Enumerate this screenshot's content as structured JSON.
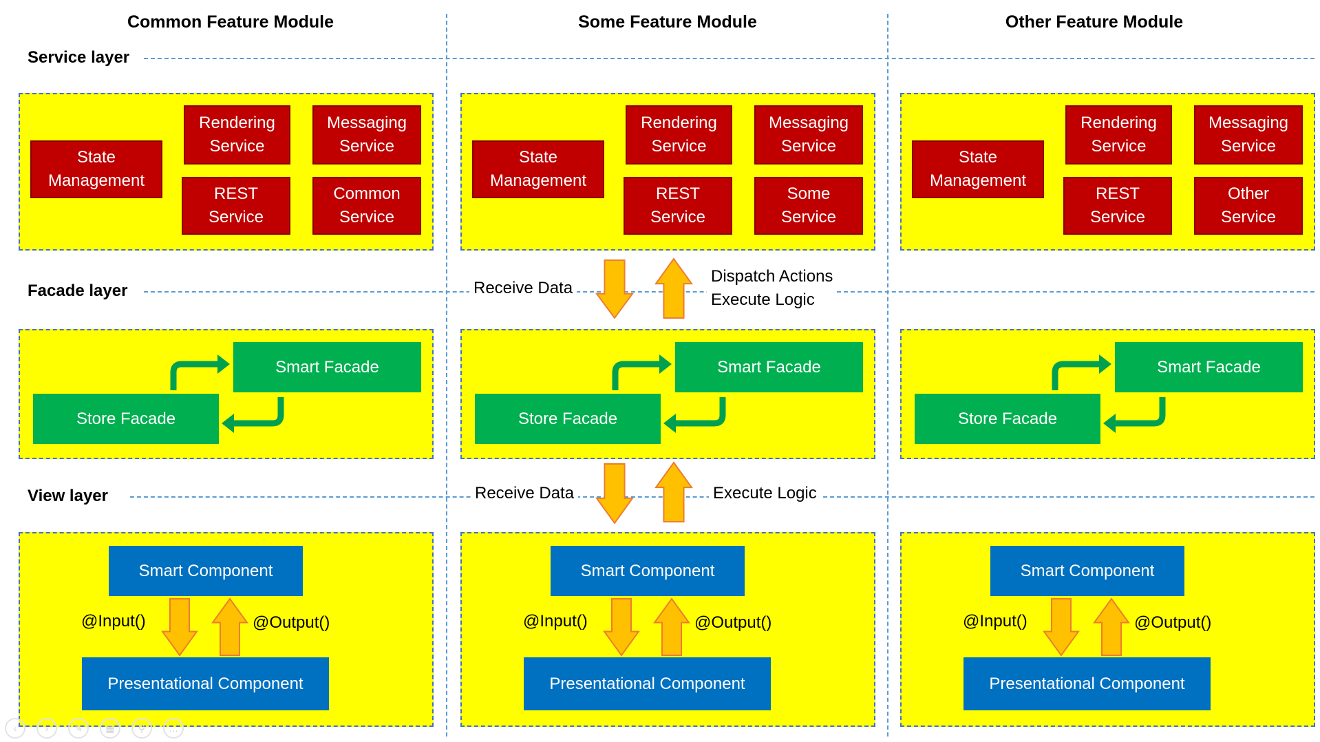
{
  "columns": [
    {
      "title": "Common Feature Module",
      "services": {
        "state": "State\nManagement",
        "rendering": "Rendering\nService",
        "messaging": "Messaging\nService",
        "rest": "REST\nService",
        "extra": "Common\nService"
      },
      "facades": {
        "smart": "Smart Facade",
        "store": "Store Facade"
      },
      "components": {
        "smart": "Smart Component",
        "presentational": "Presentational Component",
        "input": "@Input()",
        "output": "@Output()"
      }
    },
    {
      "title": "Some Feature Module",
      "services": {
        "state": "State\nManagement",
        "rendering": "Rendering\nService",
        "messaging": "Messaging\nService",
        "rest": "REST\nService",
        "extra": "Some\nService"
      },
      "facades": {
        "smart": "Smart Facade",
        "store": "Store Facade"
      },
      "components": {
        "smart": "Smart Component",
        "presentational": "Presentational Component",
        "input": "@Input()",
        "output": "@Output()"
      }
    },
    {
      "title": "Other Feature Module",
      "services": {
        "state": "State\nManagement",
        "rendering": "Rendering\nService",
        "messaging": "Messaging\nService",
        "rest": "REST\nService",
        "extra": "Other\nService"
      },
      "facades": {
        "smart": "Smart Facade",
        "store": "Store Facade"
      },
      "components": {
        "smart": "Smart Component",
        "presentational": "Presentational Component",
        "input": "@Input()",
        "output": "@Output()"
      }
    }
  ],
  "layers": {
    "service": "Service layer",
    "facade": "Facade layer",
    "view": "View layer"
  },
  "facade_flow": {
    "receive": "Receive Data",
    "dispatch": "Dispatch Actions\nExecute Logic"
  },
  "view_flow": {
    "receive": "Receive Data",
    "execute": "Execute Logic"
  },
  "colors": {
    "panel": "#ffff00",
    "service_box": "#c00000",
    "facade_box": "#00b050",
    "component_box": "#0070c0",
    "arrow": "#ffc000",
    "facade_arrow": "#00a050",
    "divider": "#5b9bd5"
  },
  "icons": [
    "previous-slide-icon",
    "next-slide-icon",
    "pen-icon",
    "slides-grid-icon",
    "zoom-icon",
    "more-icon"
  ]
}
